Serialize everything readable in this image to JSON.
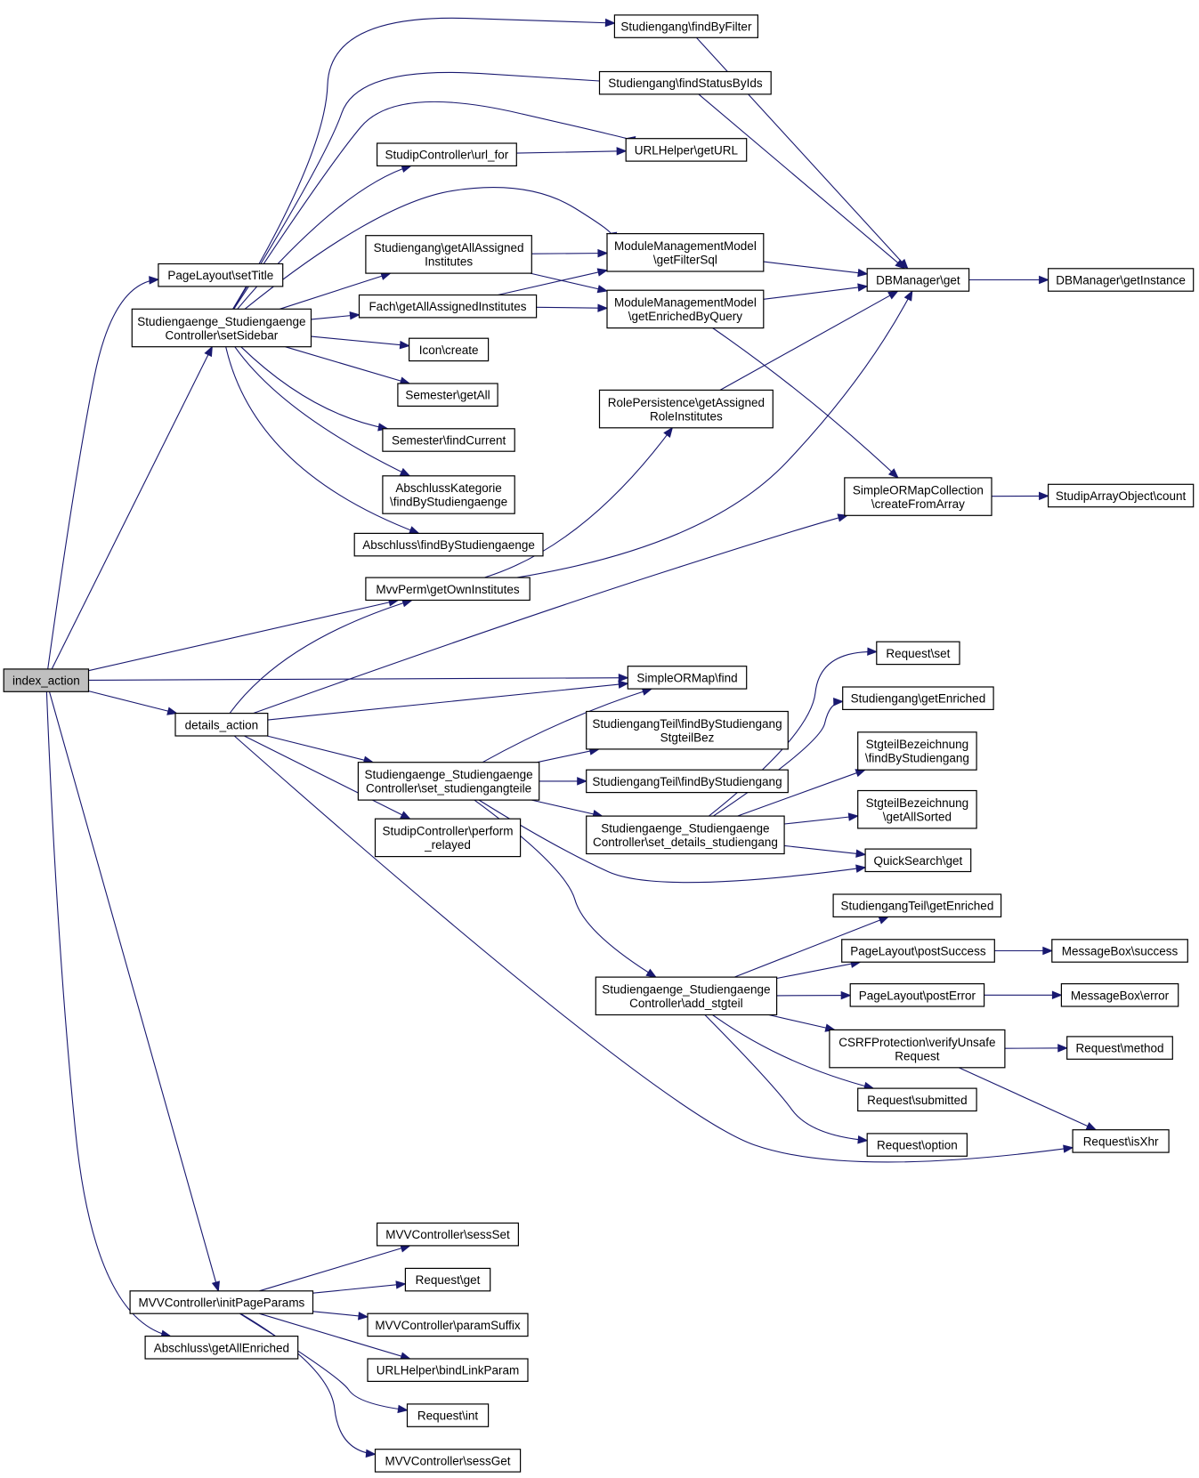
{
  "diagram": {
    "type": "call-graph",
    "nodes": [
      {
        "id": "index_action",
        "lines": [
          "index_action"
        ],
        "root": true
      },
      {
        "id": "setTitle",
        "lines": [
          "PageLayout\\setTitle"
        ]
      },
      {
        "id": "setSidebar",
        "lines": [
          "Studiengaenge_Studiengaenge",
          "Controller\\setSidebar"
        ]
      },
      {
        "id": "findByFilter",
        "lines": [
          "Studiengang\\findByFilter"
        ]
      },
      {
        "id": "findStatusByIds",
        "lines": [
          "Studiengang\\findStatusByIds"
        ]
      },
      {
        "id": "url_for",
        "lines": [
          "StudipController\\url_for"
        ]
      },
      {
        "id": "getURL",
        "lines": [
          "URLHelper\\getURL"
        ]
      },
      {
        "id": "sgGetAllAssigned",
        "lines": [
          "Studiengang\\getAllAssigned",
          "Institutes"
        ]
      },
      {
        "id": "getFilterSql",
        "lines": [
          "ModuleManagementModel",
          "\\getFilterSql"
        ]
      },
      {
        "id": "fachGetAll",
        "lines": [
          "Fach\\getAllAssignedInstitutes"
        ]
      },
      {
        "id": "getEnrichedByQuery",
        "lines": [
          "ModuleManagementModel",
          "\\getEnrichedByQuery"
        ]
      },
      {
        "id": "dbGet",
        "lines": [
          "DBManager\\get"
        ]
      },
      {
        "id": "dbGetInstance",
        "lines": [
          "DBManager\\getInstance"
        ]
      },
      {
        "id": "iconCreate",
        "lines": [
          "Icon\\create"
        ]
      },
      {
        "id": "semGetAll",
        "lines": [
          "Semester\\getAll"
        ]
      },
      {
        "id": "semFindCurrent",
        "lines": [
          "Semester\\findCurrent"
        ]
      },
      {
        "id": "roleInst",
        "lines": [
          "RolePersistence\\getAssigned",
          "RoleInstitutes"
        ]
      },
      {
        "id": "abKat",
        "lines": [
          "AbschlussKategorie",
          "\\findByStudiengaenge"
        ]
      },
      {
        "id": "abFind",
        "lines": [
          "Abschluss\\findByStudiengaenge"
        ]
      },
      {
        "id": "ormCreate",
        "lines": [
          "SimpleORMapCollection",
          "\\createFromArray"
        ]
      },
      {
        "id": "arrCount",
        "lines": [
          "StudipArrayObject\\count"
        ]
      },
      {
        "id": "ownInst",
        "lines": [
          "MvvPerm\\getOwnInstitutes"
        ]
      },
      {
        "id": "reqSet",
        "lines": [
          "Request\\set"
        ]
      },
      {
        "id": "ormFind",
        "lines": [
          "SimpleORMap\\find"
        ]
      },
      {
        "id": "sgEnriched",
        "lines": [
          "Studiengang\\getEnriched"
        ]
      },
      {
        "id": "details_action",
        "lines": [
          "details_action"
        ]
      },
      {
        "id": "stgteilBez",
        "lines": [
          "StudiengangTeil\\findByStudiengang",
          "StgteilBez"
        ]
      },
      {
        "id": "sbFindBySg",
        "lines": [
          "StgteilBezeichnung",
          "\\findByStudiengang"
        ]
      },
      {
        "id": "setTeile",
        "lines": [
          "Studiengaenge_Studiengaenge",
          "Controller\\set_studiengangteile"
        ]
      },
      {
        "id": "stFindBySg",
        "lines": [
          "StudiengangTeil\\findByStudiengang"
        ]
      },
      {
        "id": "sbSorted",
        "lines": [
          "StgteilBezeichnung",
          "\\getAllSorted"
        ]
      },
      {
        "id": "setDetails",
        "lines": [
          "Studiengaenge_Studiengaenge",
          "Controller\\set_details_studiengang"
        ]
      },
      {
        "id": "perfRelayed",
        "lines": [
          "StudipController\\perform",
          "_relayed"
        ]
      },
      {
        "id": "qsGet",
        "lines": [
          "QuickSearch\\get"
        ]
      },
      {
        "id": "stEnriched",
        "lines": [
          "StudiengangTeil\\getEnriched"
        ]
      },
      {
        "id": "postSuccess",
        "lines": [
          "PageLayout\\postSuccess"
        ]
      },
      {
        "id": "mbSuccess",
        "lines": [
          "MessageBox\\success"
        ]
      },
      {
        "id": "addStgteil",
        "lines": [
          "Studiengaenge_Studiengaenge",
          "Controller\\add_stgteil"
        ]
      },
      {
        "id": "postError",
        "lines": [
          "PageLayout\\postError"
        ]
      },
      {
        "id": "mbError",
        "lines": [
          "MessageBox\\error"
        ]
      },
      {
        "id": "csrf",
        "lines": [
          "CSRFProtection\\verifyUnsafe",
          "Request"
        ]
      },
      {
        "id": "reqMethod",
        "lines": [
          "Request\\method"
        ]
      },
      {
        "id": "reqSubmitted",
        "lines": [
          "Request\\submitted"
        ]
      },
      {
        "id": "reqOption",
        "lines": [
          "Request\\option"
        ]
      },
      {
        "id": "reqIsXhr",
        "lines": [
          "Request\\isXhr"
        ]
      },
      {
        "id": "sessSet",
        "lines": [
          "MVVController\\sessSet"
        ]
      },
      {
        "id": "reqGet",
        "lines": [
          "Request\\get"
        ]
      },
      {
        "id": "initParams",
        "lines": [
          "MVVController\\initPageParams"
        ]
      },
      {
        "id": "paramSuffix",
        "lines": [
          "MVVController\\paramSuffix"
        ]
      },
      {
        "id": "abAllEnriched",
        "lines": [
          "Abschluss\\getAllEnriched"
        ]
      },
      {
        "id": "bindLink",
        "lines": [
          "URLHelper\\bindLinkParam"
        ]
      },
      {
        "id": "reqInt",
        "lines": [
          "Request\\int"
        ]
      },
      {
        "id": "sessGet",
        "lines": [
          "MVVController\\sessGet"
        ]
      }
    ],
    "edges": [
      [
        "index_action",
        "setTitle"
      ],
      [
        "index_action",
        "setSidebar"
      ],
      [
        "index_action",
        "ownInst"
      ],
      [
        "index_action",
        "ormFind"
      ],
      [
        "index_action",
        "details_action"
      ],
      [
        "index_action",
        "initParams"
      ],
      [
        "index_action",
        "abAllEnriched"
      ],
      [
        "setSidebar",
        "findByFilter"
      ],
      [
        "setSidebar",
        "findStatusByIds"
      ],
      [
        "setSidebar",
        "getURL"
      ],
      [
        "setSidebar",
        "url_for"
      ],
      [
        "setSidebar",
        "getFilterSql"
      ],
      [
        "setSidebar",
        "sgGetAllAssigned"
      ],
      [
        "setSidebar",
        "fachGetAll"
      ],
      [
        "setSidebar",
        "iconCreate"
      ],
      [
        "setSidebar",
        "semGetAll"
      ],
      [
        "setSidebar",
        "semFindCurrent"
      ],
      [
        "setSidebar",
        "abKat"
      ],
      [
        "setSidebar",
        "abFind"
      ],
      [
        "findByFilter",
        "dbGet"
      ],
      [
        "findStatusByIds",
        "dbGet"
      ],
      [
        "url_for",
        "getURL"
      ],
      [
        "sgGetAllAssigned",
        "getFilterSql"
      ],
      [
        "sgGetAllAssigned",
        "getEnrichedByQuery"
      ],
      [
        "fachGetAll",
        "getFilterSql"
      ],
      [
        "fachGetAll",
        "getEnrichedByQuery"
      ],
      [
        "getFilterSql",
        "dbGet"
      ],
      [
        "getEnrichedByQuery",
        "dbGet"
      ],
      [
        "getEnrichedByQuery",
        "ormCreate"
      ],
      [
        "dbGet",
        "dbGetInstance"
      ],
      [
        "roleInst",
        "dbGet"
      ],
      [
        "ormCreate",
        "arrCount"
      ],
      [
        "ownInst",
        "roleInst"
      ],
      [
        "ownInst",
        "dbGet"
      ],
      [
        "details_action",
        "ownInst"
      ],
      [
        "details_action",
        "ormCreate"
      ],
      [
        "details_action",
        "ormFind"
      ],
      [
        "details_action",
        "setTeile"
      ],
      [
        "details_action",
        "perfRelayed"
      ],
      [
        "details_action",
        "reqIsXhr"
      ],
      [
        "setTeile",
        "ormFind"
      ],
      [
        "setTeile",
        "stgteilBez"
      ],
      [
        "setTeile",
        "stFindBySg"
      ],
      [
        "setTeile",
        "setDetails"
      ],
      [
        "setTeile",
        "qsGet"
      ],
      [
        "setTeile",
        "addStgteil"
      ],
      [
        "setDetails",
        "reqSet"
      ],
      [
        "setDetails",
        "sgEnriched"
      ],
      [
        "setDetails",
        "sbFindBySg"
      ],
      [
        "setDetails",
        "sbSorted"
      ],
      [
        "setDetails",
        "qsGet"
      ],
      [
        "addStgteil",
        "stEnriched"
      ],
      [
        "addStgteil",
        "postSuccess"
      ],
      [
        "addStgteil",
        "postError"
      ],
      [
        "addStgteil",
        "csrf"
      ],
      [
        "addStgteil",
        "reqSubmitted"
      ],
      [
        "addStgteil",
        "reqOption"
      ],
      [
        "postSuccess",
        "mbSuccess"
      ],
      [
        "postError",
        "mbError"
      ],
      [
        "csrf",
        "reqMethod"
      ],
      [
        "csrf",
        "reqIsXhr"
      ],
      [
        "initParams",
        "sessSet"
      ],
      [
        "initParams",
        "reqGet"
      ],
      [
        "initParams",
        "paramSuffix"
      ],
      [
        "initParams",
        "bindLink"
      ],
      [
        "initParams",
        "reqInt"
      ],
      [
        "initParams",
        "sessGet"
      ]
    ]
  }
}
